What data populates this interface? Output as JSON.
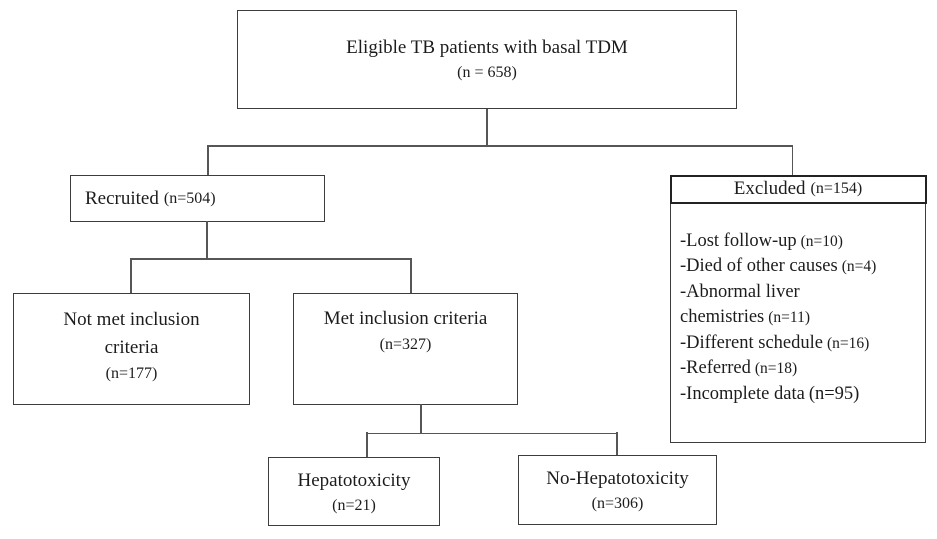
{
  "flowchart": {
    "title_hint": "TB patient recruitment flow diagram",
    "top": {
      "label": "Eligible TB patients with basal TDM",
      "n": "(n = 658)"
    },
    "recruited": {
      "label": "Recruited",
      "n": "(n=504)"
    },
    "excluded": {
      "label": "Excluded",
      "n": "(n=154)",
      "lines": [
        {
          "label": "-Lost follow-up",
          "n": "(n=10)"
        },
        {
          "label": "-Died of other causes",
          "n": "(n=4)"
        },
        {
          "label": "-Abnormal liver",
          "n": ""
        },
        {
          "label": "chemistries",
          "n": "(n=11)"
        },
        {
          "label": "-Different schedule",
          "n": "(n=16)"
        },
        {
          "label": "-Referred",
          "n": "(n=18)"
        },
        {
          "label": "-Incomplete data",
          "n": "(n=95)"
        }
      ]
    },
    "not_met": {
      "line1": "Not met inclusion",
      "line2": "criteria",
      "n": "(n=177)"
    },
    "met": {
      "label": "Met inclusion criteria",
      "n": "(n=327)"
    },
    "hepatotoxicity": {
      "label": "Hepatotoxicity",
      "n": "(n=21)"
    },
    "no_hepatotoxicity": {
      "label": "No-Hepatotoxicity",
      "n": "(n=306)"
    }
  },
  "colors": {
    "background": "#ffffff",
    "box_border": "#3d3d3d",
    "connector_line": "#565656",
    "text": "#1c1c1c"
  }
}
